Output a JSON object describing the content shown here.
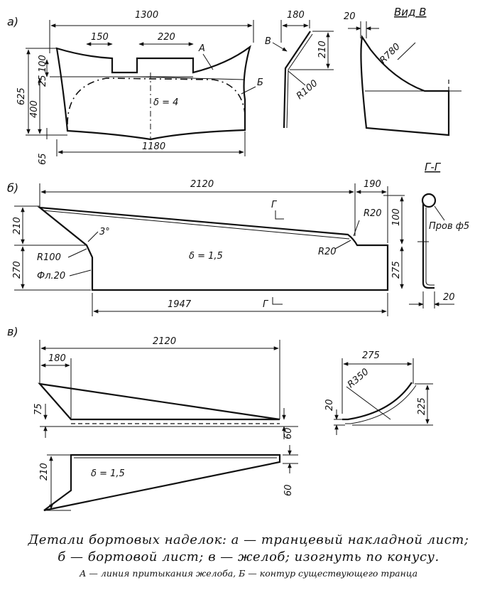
{
  "panels": {
    "a": {
      "label": "а)",
      "dims": {
        "width_top": "1300",
        "d150": "150",
        "d220": "220",
        "d100": "100",
        "d25": "25",
        "h625": "625",
        "h400": "400",
        "h65": "65",
        "width_bottom": "1180",
        "thickness": "δ = 4",
        "mark_A": "А",
        "mark_B": "Б"
      },
      "bracket": {
        "mark": "В",
        "d180": "180",
        "h210": "210",
        "r100": "R100"
      },
      "view": {
        "title": "Вид В",
        "d20": "20",
        "r780": "R780"
      }
    },
    "b": {
      "label": "б)",
      "section_title": "Г-Г",
      "dims": {
        "length": "2120",
        "d190": "190",
        "h210": "210",
        "h270": "270",
        "h100": "100",
        "h275": "275",
        "angle3": "3°",
        "r100": "R100",
        "r20a": "R20",
        "r20b": "R20",
        "fillet20": "Фл.20",
        "bottom": "1947",
        "thickness": "δ = 1,5",
        "wire": "Пров ф5",
        "d20": "20",
        "cut_top": "Г",
        "cut_bottom": "Г"
      }
    },
    "c": {
      "label": "в)",
      "dims": {
        "length": "2120",
        "d180": "180",
        "h75": "75",
        "h60": "60",
        "h210": "210",
        "h60b": "60",
        "thickness": "δ = 1,5",
        "d275": "275",
        "r350": "R350",
        "h20": "20",
        "h225": "225"
      }
    }
  },
  "caption": {
    "line1": "Детали бортовых наделок: а — транцевый накладной лист;",
    "line2": "б — бортовой лист; в — желоб; изогнуть по конусу.",
    "line3": "А — линия притыкания желоба, Б — контур существующего транца"
  }
}
